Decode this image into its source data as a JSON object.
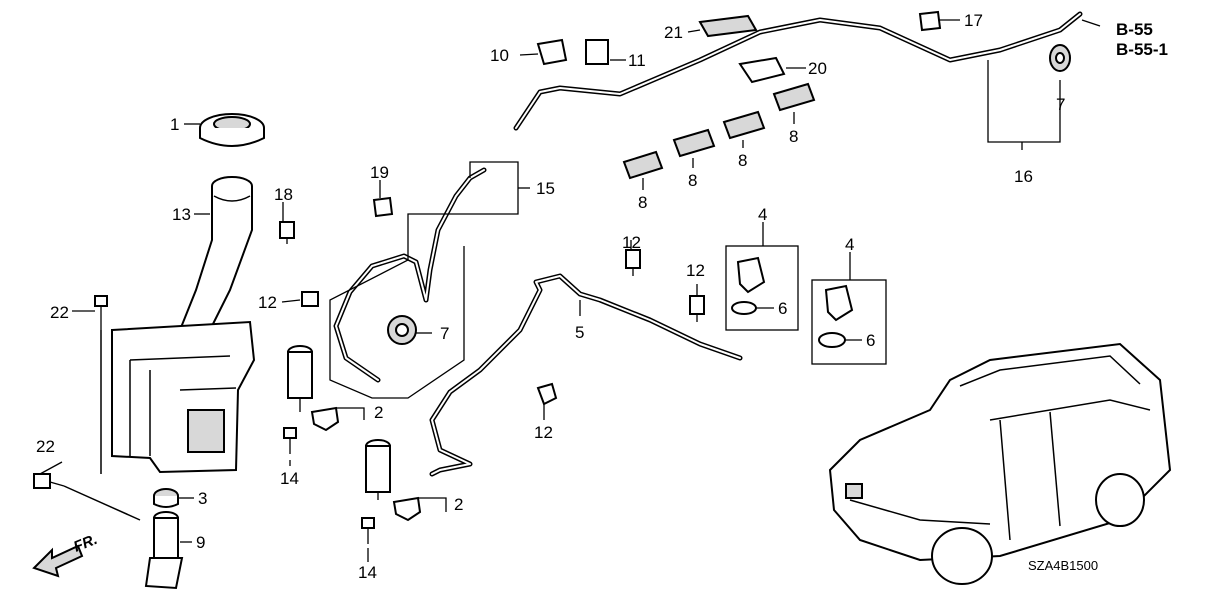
{
  "labels": {
    "l1": "1",
    "l2a": "2",
    "l2b": "2",
    "l3": "3",
    "l4a": "4",
    "l4b": "4",
    "l5": "5",
    "l6a": "6",
    "l6b": "6",
    "l7a": "7",
    "l7b": "7",
    "l8a": "8",
    "l8b": "8",
    "l8c": "8",
    "l8d": "8",
    "l9": "9",
    "l10": "10",
    "l11": "11",
    "l12a": "12",
    "l12b": "12",
    "l12c": "12",
    "l12d": "12",
    "l13": "13",
    "l14a": "14",
    "l14b": "14",
    "l15": "15",
    "l16": "16",
    "l17": "17",
    "l18": "18",
    "l19": "19",
    "l20": "20",
    "l21": "21",
    "l22a": "22",
    "l22b": "22"
  },
  "refs": {
    "r1": "B-55",
    "r2": "B-55-1"
  },
  "direction": "FR.",
  "diagram_code": "SZA4B1500"
}
